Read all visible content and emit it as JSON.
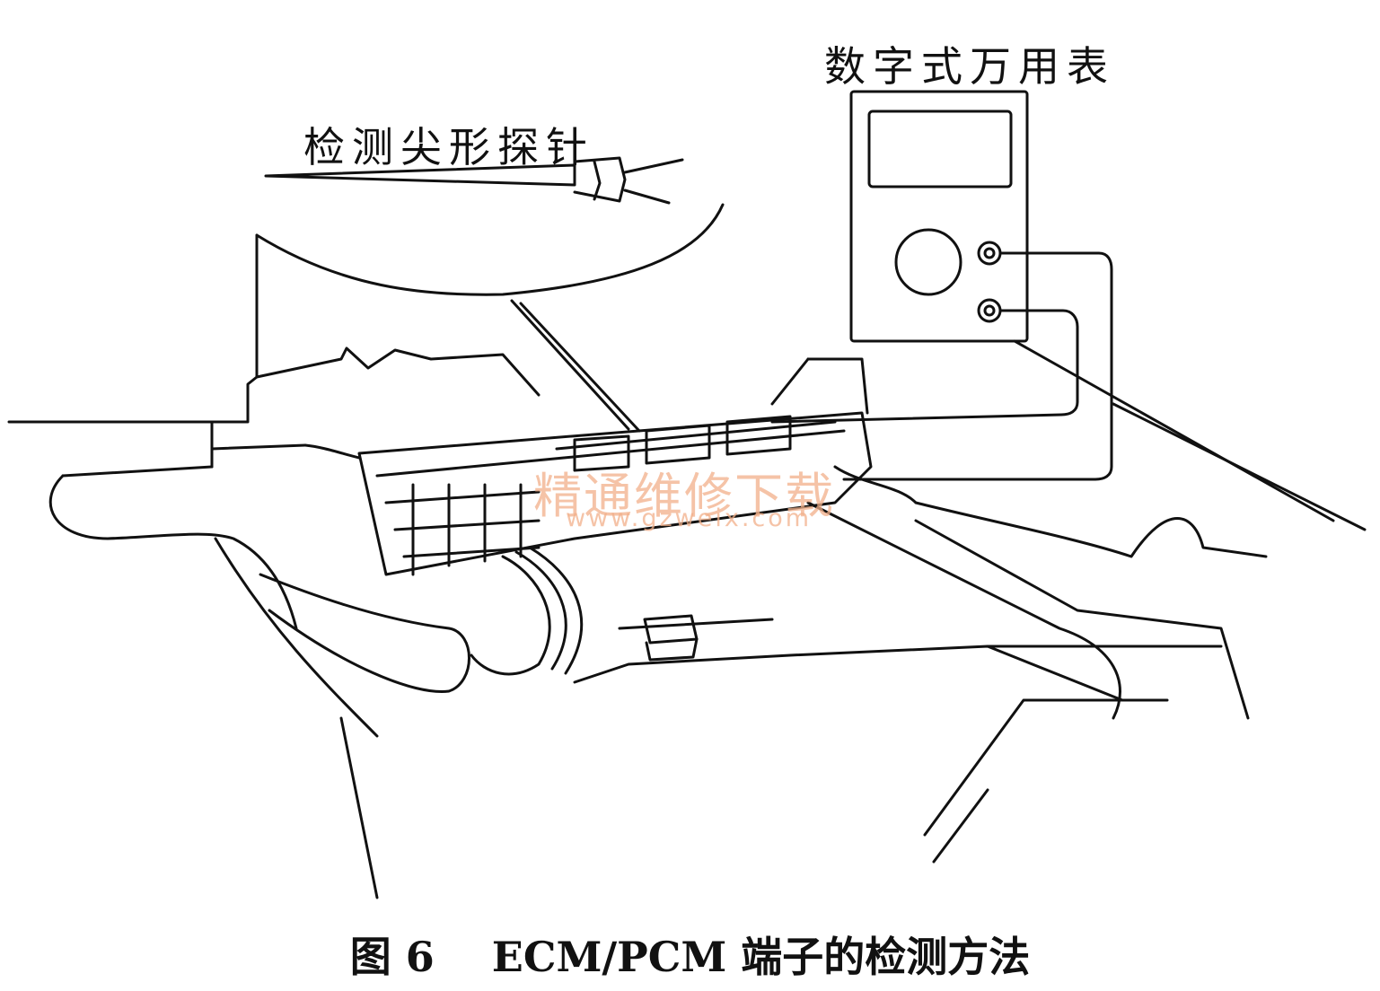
{
  "labels": {
    "probe": "检测尖形探针",
    "meter": "数字式万用表"
  },
  "caption": {
    "figure_number": "图 6",
    "text": "ECM/PCM 端子的检测方法"
  },
  "watermark": {
    "site_name": "精通维修下载",
    "url": "www.gzweix.com",
    "color": "#f2b08a"
  },
  "colors": {
    "line": "#111111",
    "background": "#ffffff"
  }
}
